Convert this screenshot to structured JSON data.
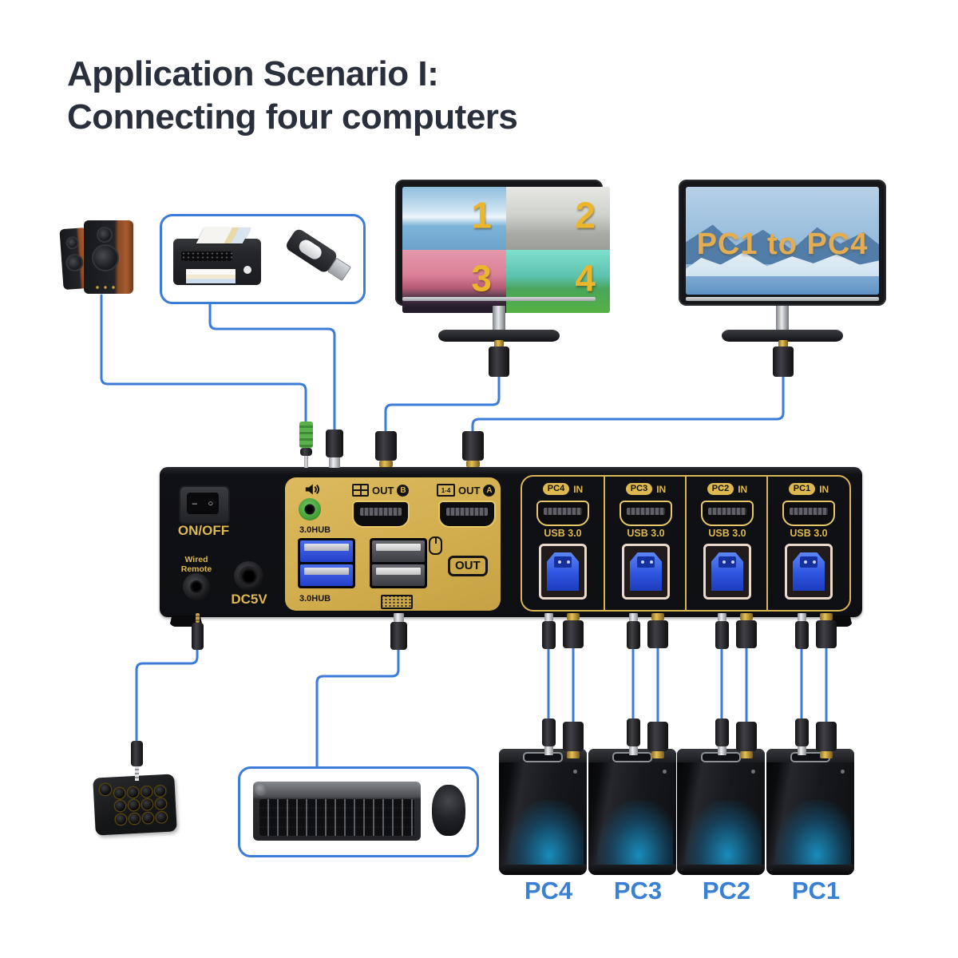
{
  "title": {
    "line1": "Application Scenario I:",
    "line2": "Connecting four computers"
  },
  "kvm": {
    "power_label": "ON/OFF",
    "wired_remote_label": "Wired Remote",
    "dc_label": "DC5V",
    "hub_label_top": "3.0HUB",
    "hub_label_bottom": "3.0HUB",
    "out_badge": "OUT",
    "out_ports": [
      {
        "icon": "quad-monitor-icon",
        "label": "OUT",
        "letter": "B"
      },
      {
        "icon": "monitor-1-4-icon",
        "icon_text": "1-4",
        "label": "OUT",
        "letter": "A"
      }
    ],
    "pc_inputs": [
      {
        "name": "PC4",
        "in_label": "IN",
        "usb_label": "USB 3.0"
      },
      {
        "name": "PC3",
        "in_label": "IN",
        "usb_label": "USB 3.0"
      },
      {
        "name": "PC2",
        "in_label": "IN",
        "usb_label": "USB 3.0"
      },
      {
        "name": "PC1",
        "in_label": "IN",
        "usb_label": "USB 3.0"
      }
    ]
  },
  "monitors": {
    "quad": {
      "labels": [
        "1",
        "2",
        "3",
        "4"
      ]
    },
    "single": {
      "text": "PC1 to PC4"
    }
  },
  "computers": {
    "labels": [
      "PC4",
      "PC3",
      "PC2",
      "PC1"
    ]
  },
  "colors": {
    "panel_gold": "#d4b052",
    "label_gold": "#ddb750",
    "cable_blue": "#3b7cd9",
    "pc_label_blue": "#3a80d3",
    "title_dark": "#2a303b"
  }
}
